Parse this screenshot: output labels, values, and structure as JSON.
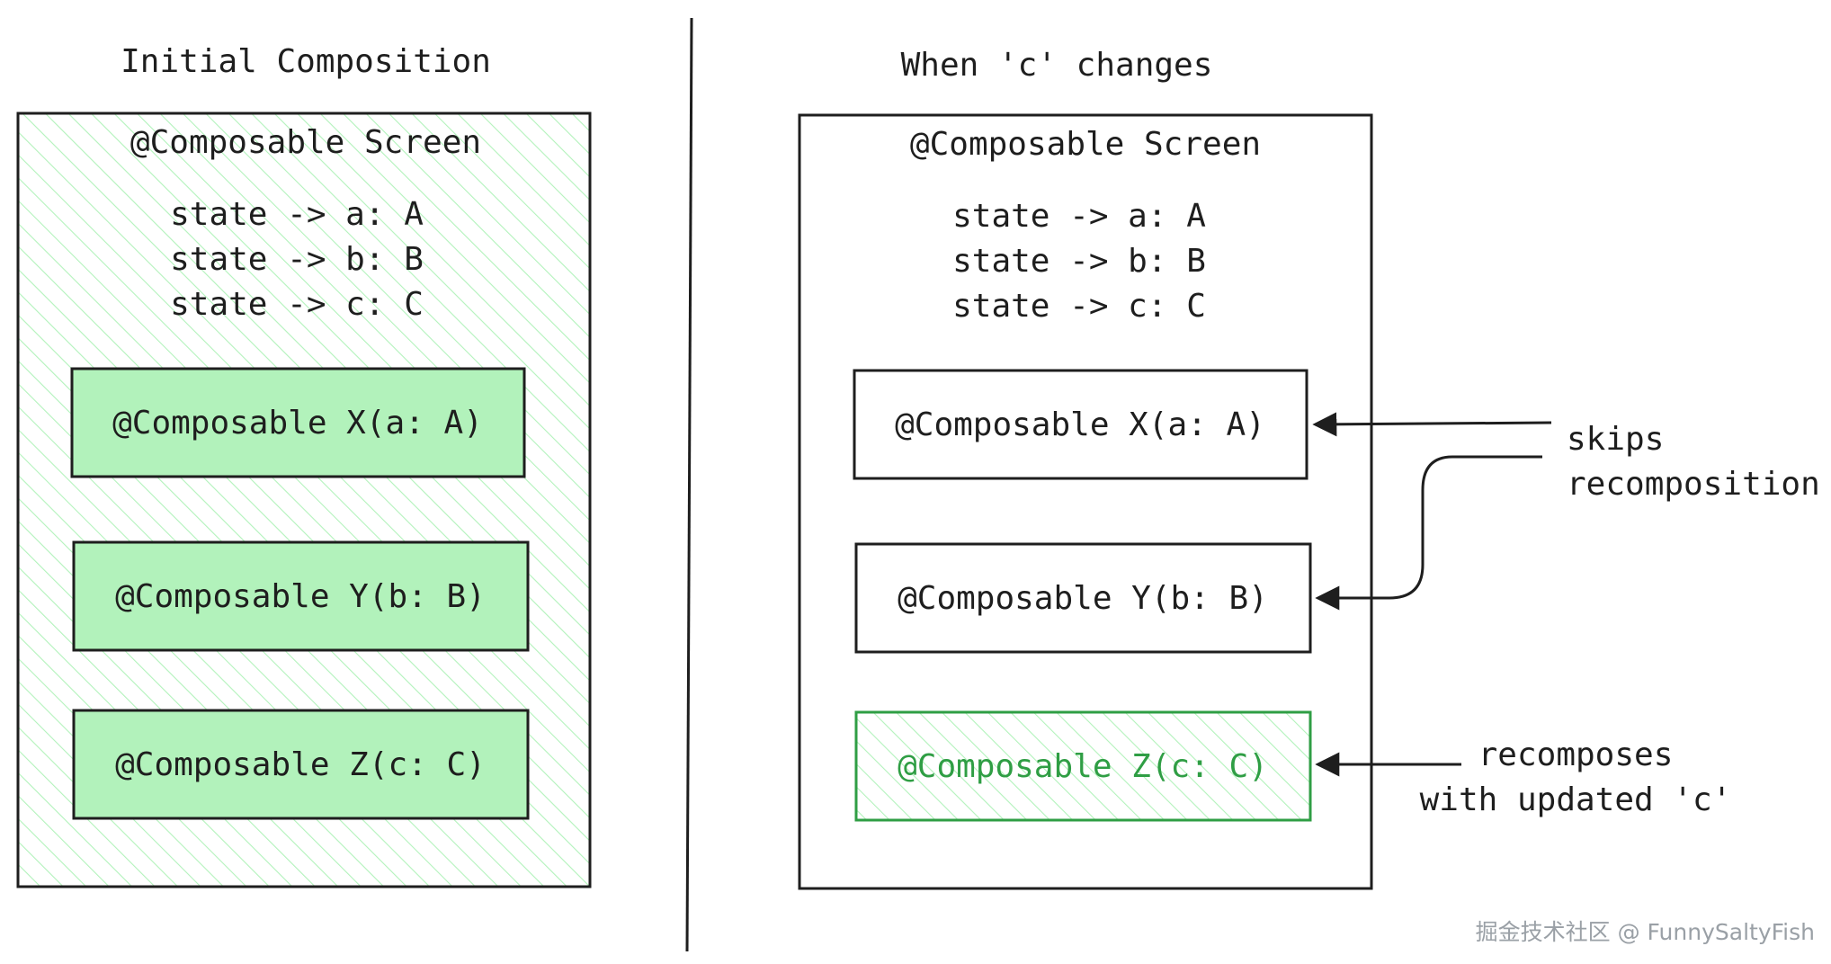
{
  "left_panel": {
    "heading": "Initial Composition",
    "screen_title": "@Composable Screen",
    "state_lines": [
      "state -> a: A",
      "state -> b: B",
      "state -> c: C"
    ],
    "children": [
      "@Composable X(a: A)",
      "@Composable Y(b: B)",
      "@Composable Z(c: C)"
    ]
  },
  "right_panel": {
    "heading": "When 'c' changes",
    "screen_title": "@Composable Screen",
    "state_lines": [
      "state -> a: A",
      "state -> b: B",
      "state -> c: C"
    ],
    "children": [
      "@Composable X(a: A)",
      "@Composable Y(b: B)",
      "@Composable Z(c: C)"
    ]
  },
  "annotations": {
    "skips_line1": "skips",
    "skips_line2": "recomposition",
    "recomposes_line1": "recomposes",
    "recomposes_line2": "with updated 'c'"
  },
  "watermark": "掘金技术社区 @ FunnySaltyFish",
  "colors": {
    "stroke": "#1e1e1e",
    "hatch": "#b2f2bb",
    "fill_green": "#b2f2bb",
    "text_green": "#2f9e44",
    "watermark": "#9aa0a6"
  }
}
